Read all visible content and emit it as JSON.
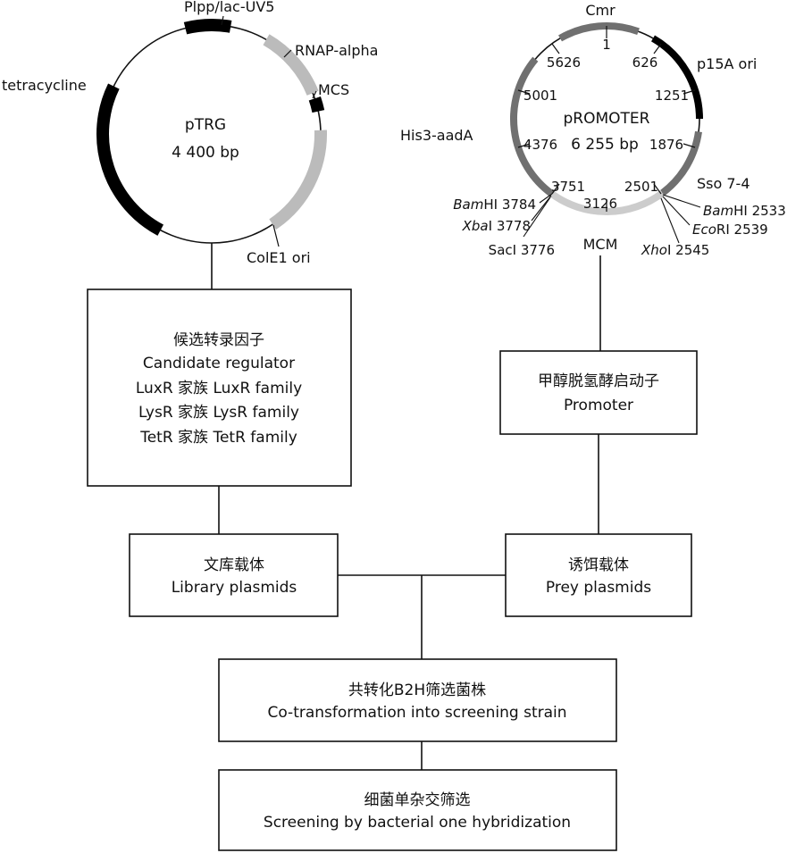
{
  "colors": {
    "line": "#111111",
    "segment_black": "#000000",
    "segment_light": "#bbbbbb",
    "segment_dark": "#707070",
    "segment_mcm": "#cccccc"
  },
  "ptrg": {
    "name": "pTRG",
    "size": "4 400 bp",
    "labels": {
      "plpp": "Plpp/lac-UV5",
      "rnap": "RNAP-alpha",
      "mcs": "MCS",
      "tet": "tetracycline",
      "cole1": "ColE1 ori"
    }
  },
  "ppromoter": {
    "name": "pROMOTER",
    "size": "6 255 bp",
    "labels": {
      "cmr": "Cmr",
      "p15a": "p15A ori",
      "his3": "His3-aadA",
      "sso": "Sso 7-4",
      "mcm": "MCM"
    },
    "positions": {
      "p1": "1",
      "p626": "626",
      "p1251": "1251",
      "p1876": "1876",
      "p2501": "2501",
      "p3126": "3126",
      "p3751": "3751",
      "p4376": "4376",
      "p5001": "5001",
      "p5626": "5626"
    },
    "sites": {
      "bam_left_name": "Bam",
      "bam_left_rest": "HI 3784",
      "xba_name": "Xba",
      "xba_rest": "I 3778",
      "sac": "SacI 3776",
      "bam_right_name": "Bam",
      "bam_right_rest": "HI 2533",
      "eco_name": "Eco",
      "eco_rest": "RI 2539",
      "xho_name": "Xho",
      "xho_rest": "I 2545"
    }
  },
  "boxes": {
    "candidate": {
      "zh": "候选转录因子",
      "en": "Candidate regulator",
      "luxr": "LuxR 家族 LuxR family",
      "lysr": "LysR 家族 LysR family",
      "tetr": "TetR 家族 TetR family"
    },
    "promoter": {
      "zh": "甲醇脱氢酵启动子",
      "en": "Promoter"
    },
    "library": {
      "zh": "文库载体",
      "en": "Library plasmids"
    },
    "prey": {
      "zh": "诱饵载体",
      "en": "Prey plasmids"
    },
    "cotrans": {
      "zh": "共转化B2H筛选菌株",
      "en": "Co-transformation into screening strain"
    },
    "screen": {
      "zh": "细菌单杂交筛选",
      "en": "Screening by bacterial one hybridization"
    }
  }
}
